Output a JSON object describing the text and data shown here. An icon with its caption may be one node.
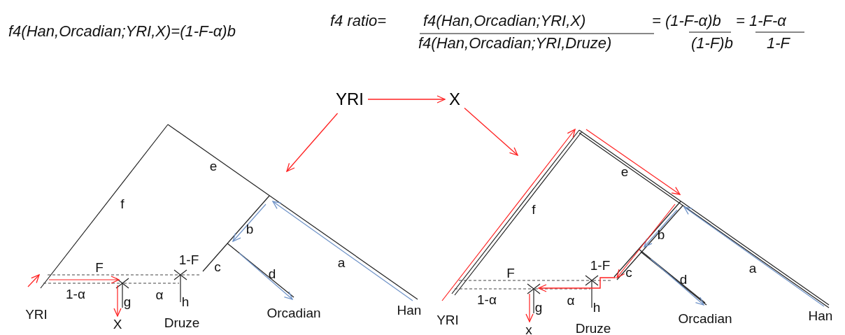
{
  "diagram": {
    "nodes": [
      {
        "text": [
          "YRI"
        ]
      },
      {
        "text": [
          "X"
        ]
      },
      {
        "text": [],
        "shape": "picture"
      },
      {
        "text": [],
        "shape": "picture"
      }
    ],
    "edges": [
      {
        "from": 0,
        "to": 1,
        "arrow": "to"
      },
      {
        "from": 0,
        "to": 2,
        "arrow": "to"
      },
      {
        "from": 1,
        "to": 3,
        "arrow": "to"
      }
    ],
    "labels": [
      "f4(Han,Orcadian;YRI,X)=(1-F-α)b",
      "f4 ratio=",
      "f4(Han,Orcadian;YRI,X)",
      "f4(Han,Orcadian;YRI,Druze)",
      "= (1-F-α)b",
      "(1-F)b",
      "= 1-F-α",
      "1-F",
      "e",
      "f",
      "b",
      "a",
      "F",
      "1-F",
      "c",
      "d",
      "1-α",
      "α",
      "g",
      "h",
      "YRI",
      "X",
      "Druze",
      "Orcadian",
      "Han",
      "e",
      "f",
      "b",
      "a",
      "F",
      "1-F",
      "c",
      "d",
      "1-α",
      "α",
      "g",
      "h",
      "YRI",
      "x",
      "Druze",
      "Orcadian",
      "Han"
    ]
  }
}
